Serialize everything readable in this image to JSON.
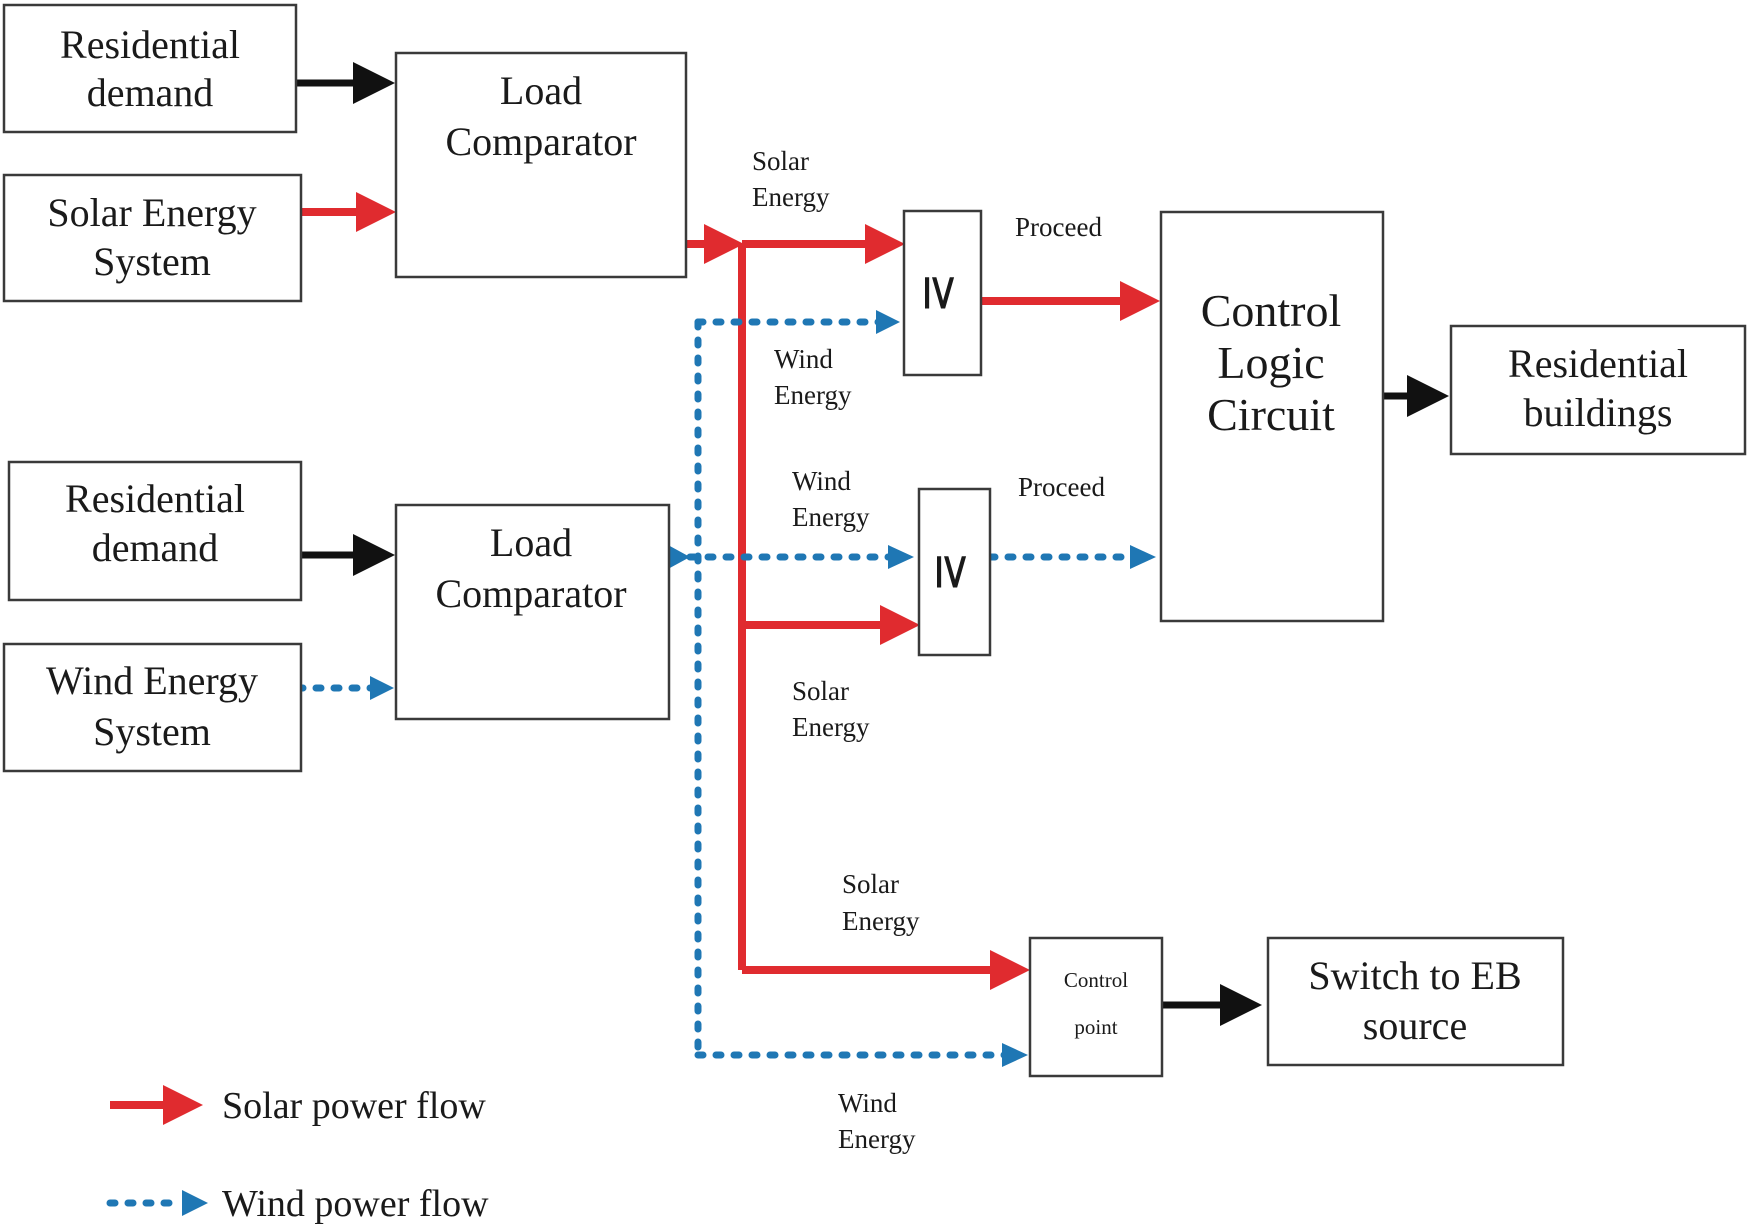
{
  "colors": {
    "solar": "#e02b2f",
    "wind": "#1f77b4",
    "neutral": "#111111"
  },
  "blocks": {
    "res_demand_1": [
      "Residential",
      "demand"
    ],
    "solar_system": [
      "Solar Energy",
      "System"
    ],
    "load_comp_1": [
      "Load",
      "Comparator"
    ],
    "res_demand_2": [
      "Residential",
      "demand"
    ],
    "wind_system": [
      "Wind Energy",
      "System"
    ],
    "load_comp_2": [
      "Load",
      "Comparator"
    ],
    "comparator_symbol": "≥",
    "control_logic": [
      "Control",
      "Logic",
      "Circuit"
    ],
    "res_buildings": [
      "Residential",
      "buildings"
    ],
    "control_point": [
      "Control",
      "point"
    ],
    "switch_eb": [
      "Switch to EB",
      "source"
    ]
  },
  "labels": {
    "solar_top": [
      "Solar",
      "Energy"
    ],
    "wind_top": [
      "Wind",
      "Energy"
    ],
    "proceed_top": "Proceed",
    "wind_mid": [
      "Wind",
      "Energy"
    ],
    "proceed_mid": "Proceed",
    "solar_mid": [
      "Solar",
      "Energy"
    ],
    "solar_bottom": [
      "Solar",
      "Energy"
    ],
    "wind_bottom": [
      "Wind",
      "Energy"
    ]
  },
  "legend": {
    "solar": "Solar power flow",
    "wind": "Wind power flow"
  }
}
